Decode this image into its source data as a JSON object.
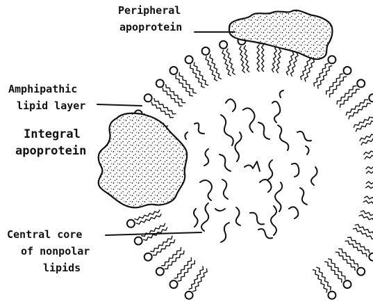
{
  "labels": {
    "peripheral": [
      "Peripheral",
      "apoprotein"
    ],
    "amphipathic": [
      "Amphipathic",
      "lipid layer"
    ],
    "integral": [
      "Integral",
      "apoprotein"
    ],
    "core": [
      "Central core",
      "of nonpolar",
      "lipids"
    ]
  },
  "colors": {
    "ink": "#111111",
    "background": "#ffffff"
  }
}
